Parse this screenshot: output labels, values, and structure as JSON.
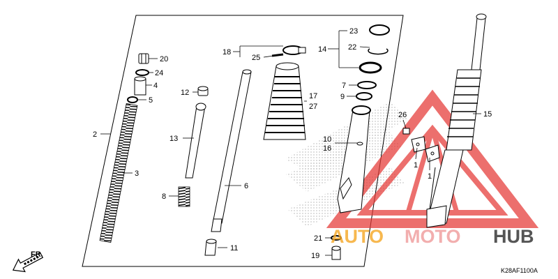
{
  "diagram": {
    "callouts": {
      "c1a": "1",
      "c1b": "1",
      "c2": "2",
      "c3": "3",
      "c4": "4",
      "c5": "5",
      "c6": "6",
      "c7": "7",
      "c8": "8",
      "c9": "9",
      "c10": "10",
      "c11": "11",
      "c12": "12",
      "c13": "13",
      "c14": "14",
      "c15": "15",
      "c16": "16",
      "c17": "17",
      "c18": "18",
      "c19": "19",
      "c20": "20",
      "c21": "21",
      "c22": "22",
      "c23": "23",
      "c24": "24",
      "c25": "25",
      "c26": "26",
      "c27": "27"
    },
    "direction_label": "FR.",
    "figure_code": "K28AF1100A"
  },
  "watermark": {
    "part1": "AUTO",
    "part2": "MOTO",
    "part3": "HUB",
    "triangle_color": "#e53935",
    "accent_color": "#f5a623"
  },
  "colors": {
    "line": "#000000",
    "halftone": "#cfcfcf"
  }
}
